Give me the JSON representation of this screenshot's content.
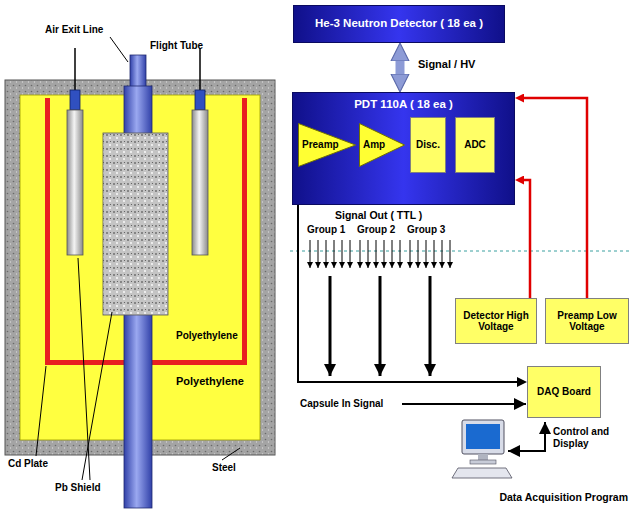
{
  "diagram": {
    "nodes": [
      {
        "text": [
          "He-3 Neutron Detector ( 18 ea )"
        ]
      },
      {
        "text": [
          "PDT 110A ( 18 ea )"
        ]
      },
      {
        "text": [
          "Preamp"
        ],
        "in": 1
      },
      {
        "text": [
          "Amp"
        ],
        "in": 1
      },
      {
        "text": [
          "Disc."
        ],
        "in": 1
      },
      {
        "text": [
          "ADC"
        ],
        "in": 1
      },
      {
        "text": [
          "Detector High Voltage"
        ]
      },
      {
        "text": [
          "Preamp Low Voltage"
        ]
      },
      {
        "text": [
          "DAQ Board"
        ]
      }
    ],
    "edges": [
      {
        "from": 0,
        "to": 1,
        "arrow": "both",
        "label": "Signal / HV"
      },
      {
        "from": 2,
        "to": 3,
        "arrow": "none"
      },
      {
        "from": 3,
        "to": 4,
        "arrow": "none"
      },
      {
        "from": 4,
        "to": 5,
        "arrow": "none"
      },
      {
        "from": 6,
        "to": 1,
        "arrow": "to"
      },
      {
        "from": 7,
        "to": 1,
        "arrow": "to"
      },
      {
        "from": 1,
        "to": 8,
        "arrow": "to"
      }
    ],
    "labels": [
      "Air Exit Line",
      "Flight Tube",
      "Polyethylene",
      "Polyethylene",
      "Cd Plate",
      "Steel",
      "Pb Shield",
      "Signal Out ( TTL )",
      "Group 1",
      "Group 2",
      "Group 3",
      "Capsule In Signal",
      "Control and Display",
      "Data Acquisition Program"
    ]
  }
}
